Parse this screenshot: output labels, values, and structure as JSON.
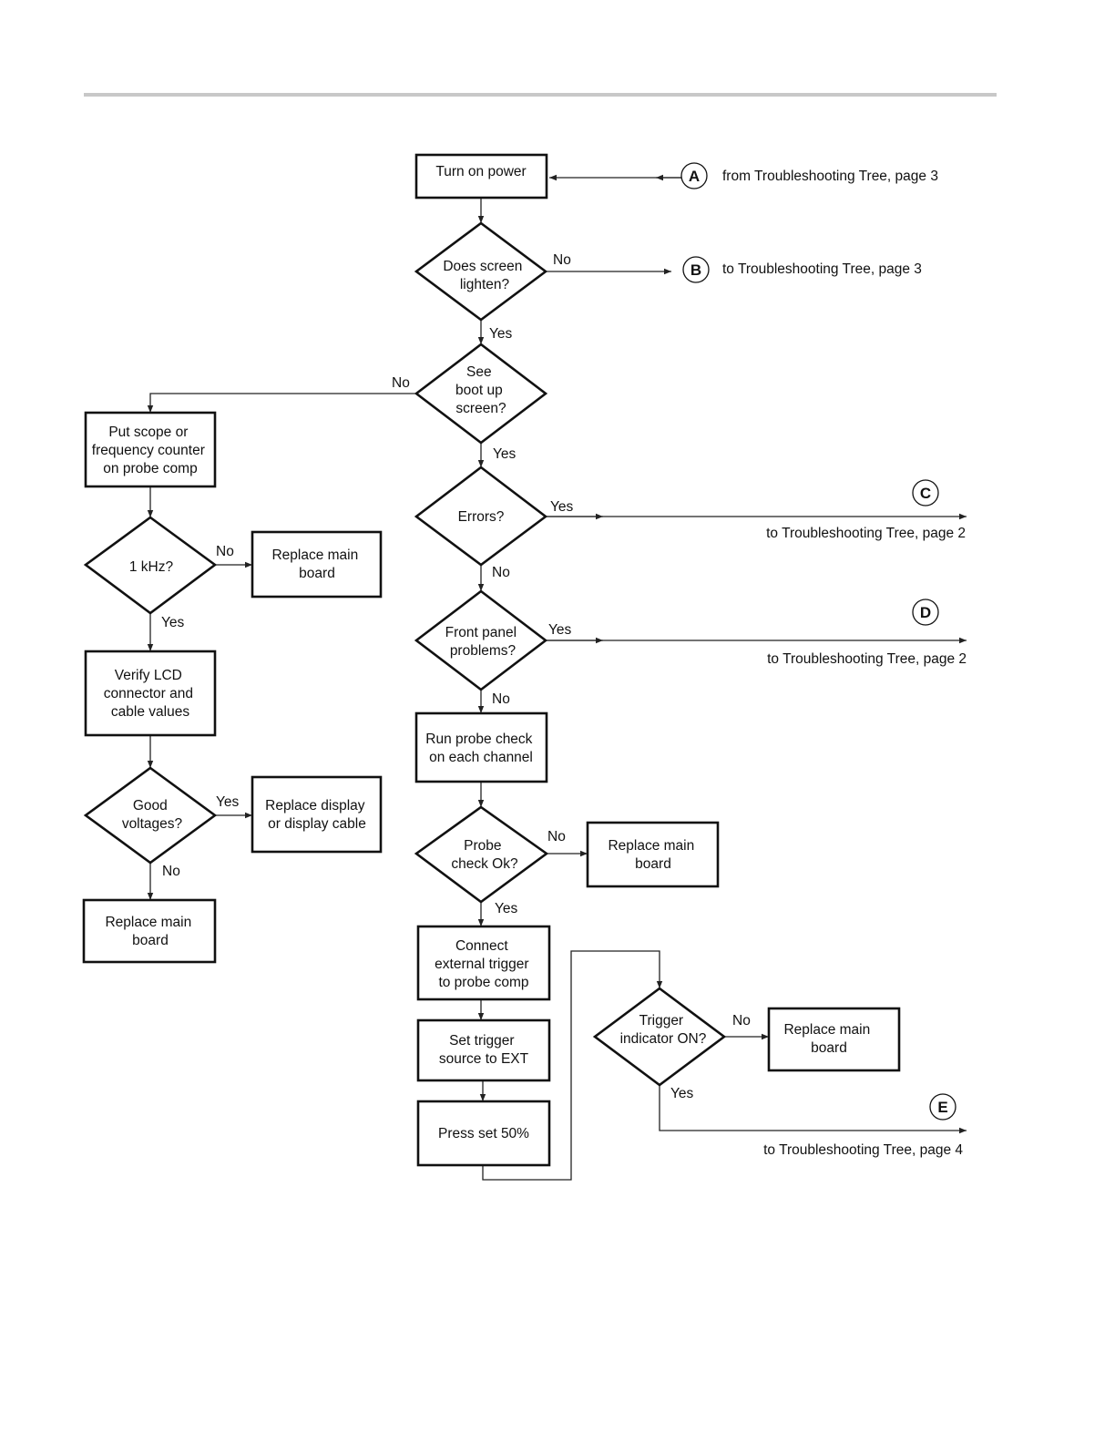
{
  "nodes": {
    "turn_on_power": [
      "Turn on power"
    ],
    "screen_lighten": [
      "Does screen",
      "lighten?"
    ],
    "boot_screen": [
      "See",
      "boot up",
      "screen?"
    ],
    "errors": [
      "Errors?"
    ],
    "front_panel": [
      "Front panel",
      "problems?"
    ],
    "run_probe": [
      "Run probe check",
      "on each channel"
    ],
    "probe_ok": [
      "Probe",
      "check Ok?"
    ],
    "connect_trigger": [
      "Connect",
      "external trigger",
      "to probe comp"
    ],
    "set_trigger": [
      "Set trigger",
      "source to EXT"
    ],
    "press_50": [
      "Press set 50%"
    ],
    "trigger_on": [
      "Trigger",
      "indicator ON?"
    ],
    "replace_main_probe": [
      "Replace main",
      "board"
    ],
    "replace_main_trigger": [
      "Replace main",
      "board"
    ],
    "put_scope": [
      "Put scope or",
      "frequency counter",
      "on probe comp"
    ],
    "khz": [
      "1 kHz?"
    ],
    "replace_main_khz": [
      "Replace main",
      "board"
    ],
    "verify_lcd": [
      "Verify LCD",
      "connector and",
      "cable values"
    ],
    "good_voltages": [
      "Good",
      "voltages?"
    ],
    "replace_display": [
      "Replace display",
      "or display cable"
    ],
    "replace_main_voltages": [
      "Replace main",
      "board"
    ]
  },
  "labels": {
    "yes": "Yes",
    "no": "No"
  },
  "connectors": {
    "A": {
      "letter": "A",
      "text": "from Troubleshooting Tree, page 3"
    },
    "B": {
      "letter": "B",
      "text": "to Troubleshooting Tree, page 3"
    },
    "C": {
      "letter": "C",
      "text": "to Troubleshooting Tree, page 2"
    },
    "D": {
      "letter": "D",
      "text": "to Troubleshooting Tree, page 2"
    },
    "E": {
      "letter": "E",
      "text": "to Troubleshooting Tree, page 4"
    }
  }
}
